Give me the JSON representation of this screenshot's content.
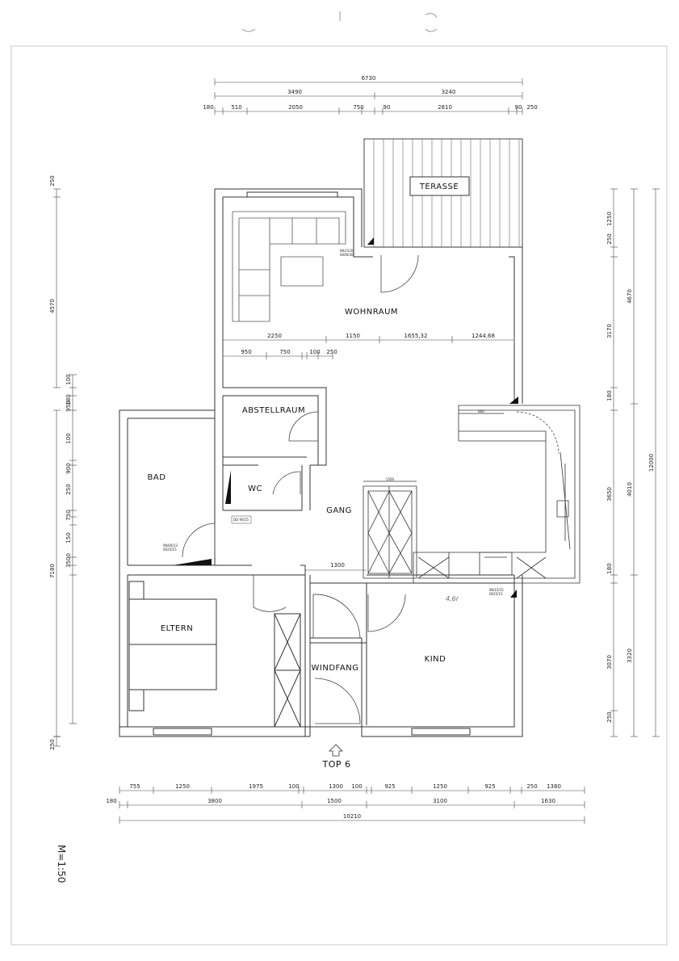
{
  "rooms": {
    "terasse": "TERASSE",
    "wohnraum": "WOHNRAUM",
    "abstellraum": "ABSTELLRAUM",
    "bad": "BAD",
    "wc": "WC",
    "gang": "GANG",
    "eltern": "ELTERN",
    "windfang": "WINDFANG",
    "kind": "KIND"
  },
  "title": "TOP 6",
  "scale": "M=1:50",
  "handnote": "4,6r",
  "top_dims": {
    "total": "6730",
    "row2": [
      "3490",
      "3240"
    ],
    "row3": [
      "180",
      "510",
      "2050",
      "750",
      "90",
      "2810",
      "90",
      "250"
    ]
  },
  "wohn_dims": {
    "row1": [
      "2250",
      "1150",
      "1655,32",
      "1244,68"
    ],
    "row2": [
      "950",
      "750",
      "100",
      "250"
    ]
  },
  "bottom_dims": {
    "row1": [
      "755",
      "1250",
      "1975",
      "100",
      "1300",
      "100",
      "925",
      "1250",
      "925",
      "250",
      "1380"
    ],
    "row2": [
      "180",
      "3800",
      "1500",
      "3100",
      "1630"
    ],
    "total": "10210"
  },
  "gang_dim": "1300",
  "kitchen_dims": {
    "a": "1500",
    "b": "800"
  },
  "left_dims": {
    "outer": [
      "250",
      "4570",
      "7180",
      "250"
    ],
    "inner": [
      "100",
      "180",
      "950",
      "100",
      "900",
      "250",
      "750",
      "150",
      "3500"
    ]
  },
  "right_dims": {
    "inner": [
      "1250",
      "250",
      "3170",
      "180",
      "3650",
      "180",
      "3070",
      "250"
    ],
    "mid": [
      "4670",
      "4010",
      "3320"
    ],
    "outer": "12000"
  },
  "labels": {
    "window_wohn": [
      "Wk15/20",
      "0000/30"
    ],
    "window_wc": "DD 90/15",
    "window_bad": [
      "Wk60/13",
      "0025/15"
    ],
    "window_kind": [
      "Wk15/15",
      "0025/15"
    ]
  }
}
